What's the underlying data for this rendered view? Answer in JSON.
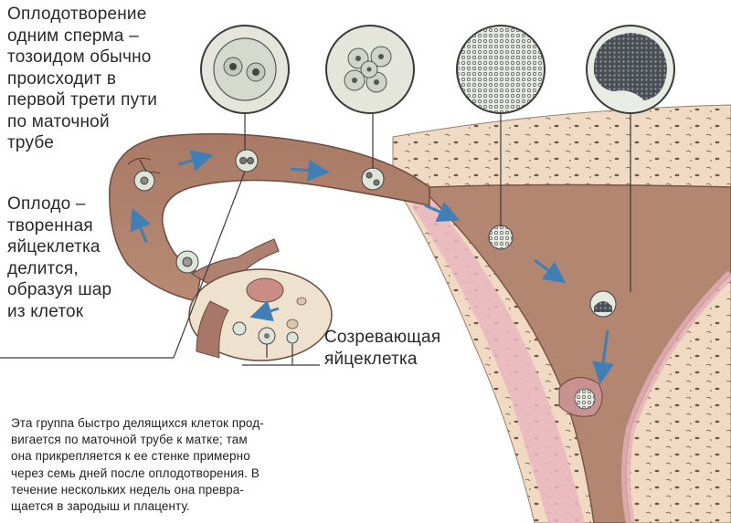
{
  "labels": {
    "fertilization": "Оплодотворение\nодним сперма –\nтозоидом обычно\nпроисходит в\nпервой трети пути\nпо маточной\nтрубе",
    "fertilized_egg": "Оплодо –\nтворенная\nяйцеклетка\nделится,\nобразуя шар\nиз клеток",
    "maturing_egg": "Созревающая\nяйцеклетка"
  },
  "caption": "Эта группа быстро делящихся клеток прод-\nвигается по маточной трубе к матке; там\nона прикрепляется к ее стенке примерно\nчерез семь дней после оплодотворения. В\nтечение нескольких недель она превра-\nщается в зародыш и плаценту.",
  "colors": {
    "tube": "#b07f6a",
    "tube_dark": "#8f5e4c",
    "uterus_wall": "#f0d8c2",
    "lining": "#e8b2ba",
    "arrow": "#3f7fb5",
    "cell": "#dfe4d9",
    "line": "#3a3a3a"
  },
  "icons": [
    "cell-two-stage-icon",
    "cell-multi-stage-icon",
    "morula-icon",
    "blastocyst-icon",
    "arrow-icon",
    "ovary-icon"
  ]
}
